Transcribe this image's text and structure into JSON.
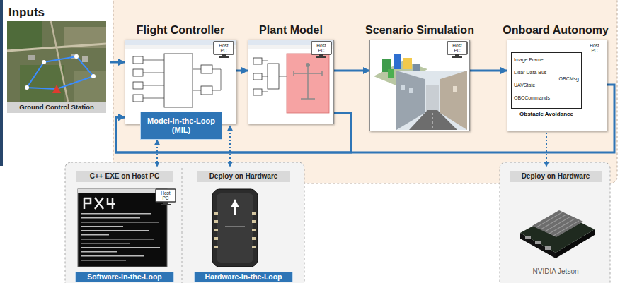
{
  "diagram": {
    "nodes": [
      {
        "text": [
          "Inputs",
          "Ground Control Station"
        ]
      },
      {
        "text": [
          "Flight Controller",
          "Host PC"
        ]
      },
      {
        "text": [
          "Model-in-the-Loop (MIL)"
        ],
        "in": 1
      },
      {
        "text": [
          "Plant Model",
          "Host PC"
        ]
      },
      {
        "text": [
          "Scenario Simulation",
          "Host PC"
        ]
      },
      {
        "text": [
          "Onboard Autonomy",
          "Host PC"
        ]
      },
      {
        "text": [
          "Image Frame",
          "Lidar Data Bus",
          "UAVState",
          "OBCCommands",
          "OBCMsg",
          "Obstacle Avoidance"
        ],
        "in": 5
      },
      {
        "text": [
          "C++ EXE on Host PC",
          "Host PC",
          "Software-in-the-Loop"
        ]
      },
      {
        "text": [
          "Deploy on Hardware",
          "Hardware-in-the-Loop"
        ]
      },
      {
        "text": [
          "Deploy on Hardware",
          "NVIDIA Jetson"
        ]
      }
    ],
    "edges": [
      {
        "from": 0,
        "to": 1,
        "arrow": "to"
      },
      {
        "from": 1,
        "to": 3,
        "arrow": "to"
      },
      {
        "from": 3,
        "to": 4,
        "arrow": "to"
      },
      {
        "from": 4,
        "to": 5,
        "arrow": "to"
      },
      {
        "from": 3,
        "to": 1,
        "arrow": "to"
      },
      {
        "from": 5,
        "to": 1,
        "arrow": "to"
      },
      {
        "from": 2,
        "to": 7,
        "arrow": "both"
      },
      {
        "from": 1,
        "to": 8,
        "arrow": "both"
      },
      {
        "from": 6,
        "to": 9,
        "arrow": "both"
      }
    ]
  }
}
